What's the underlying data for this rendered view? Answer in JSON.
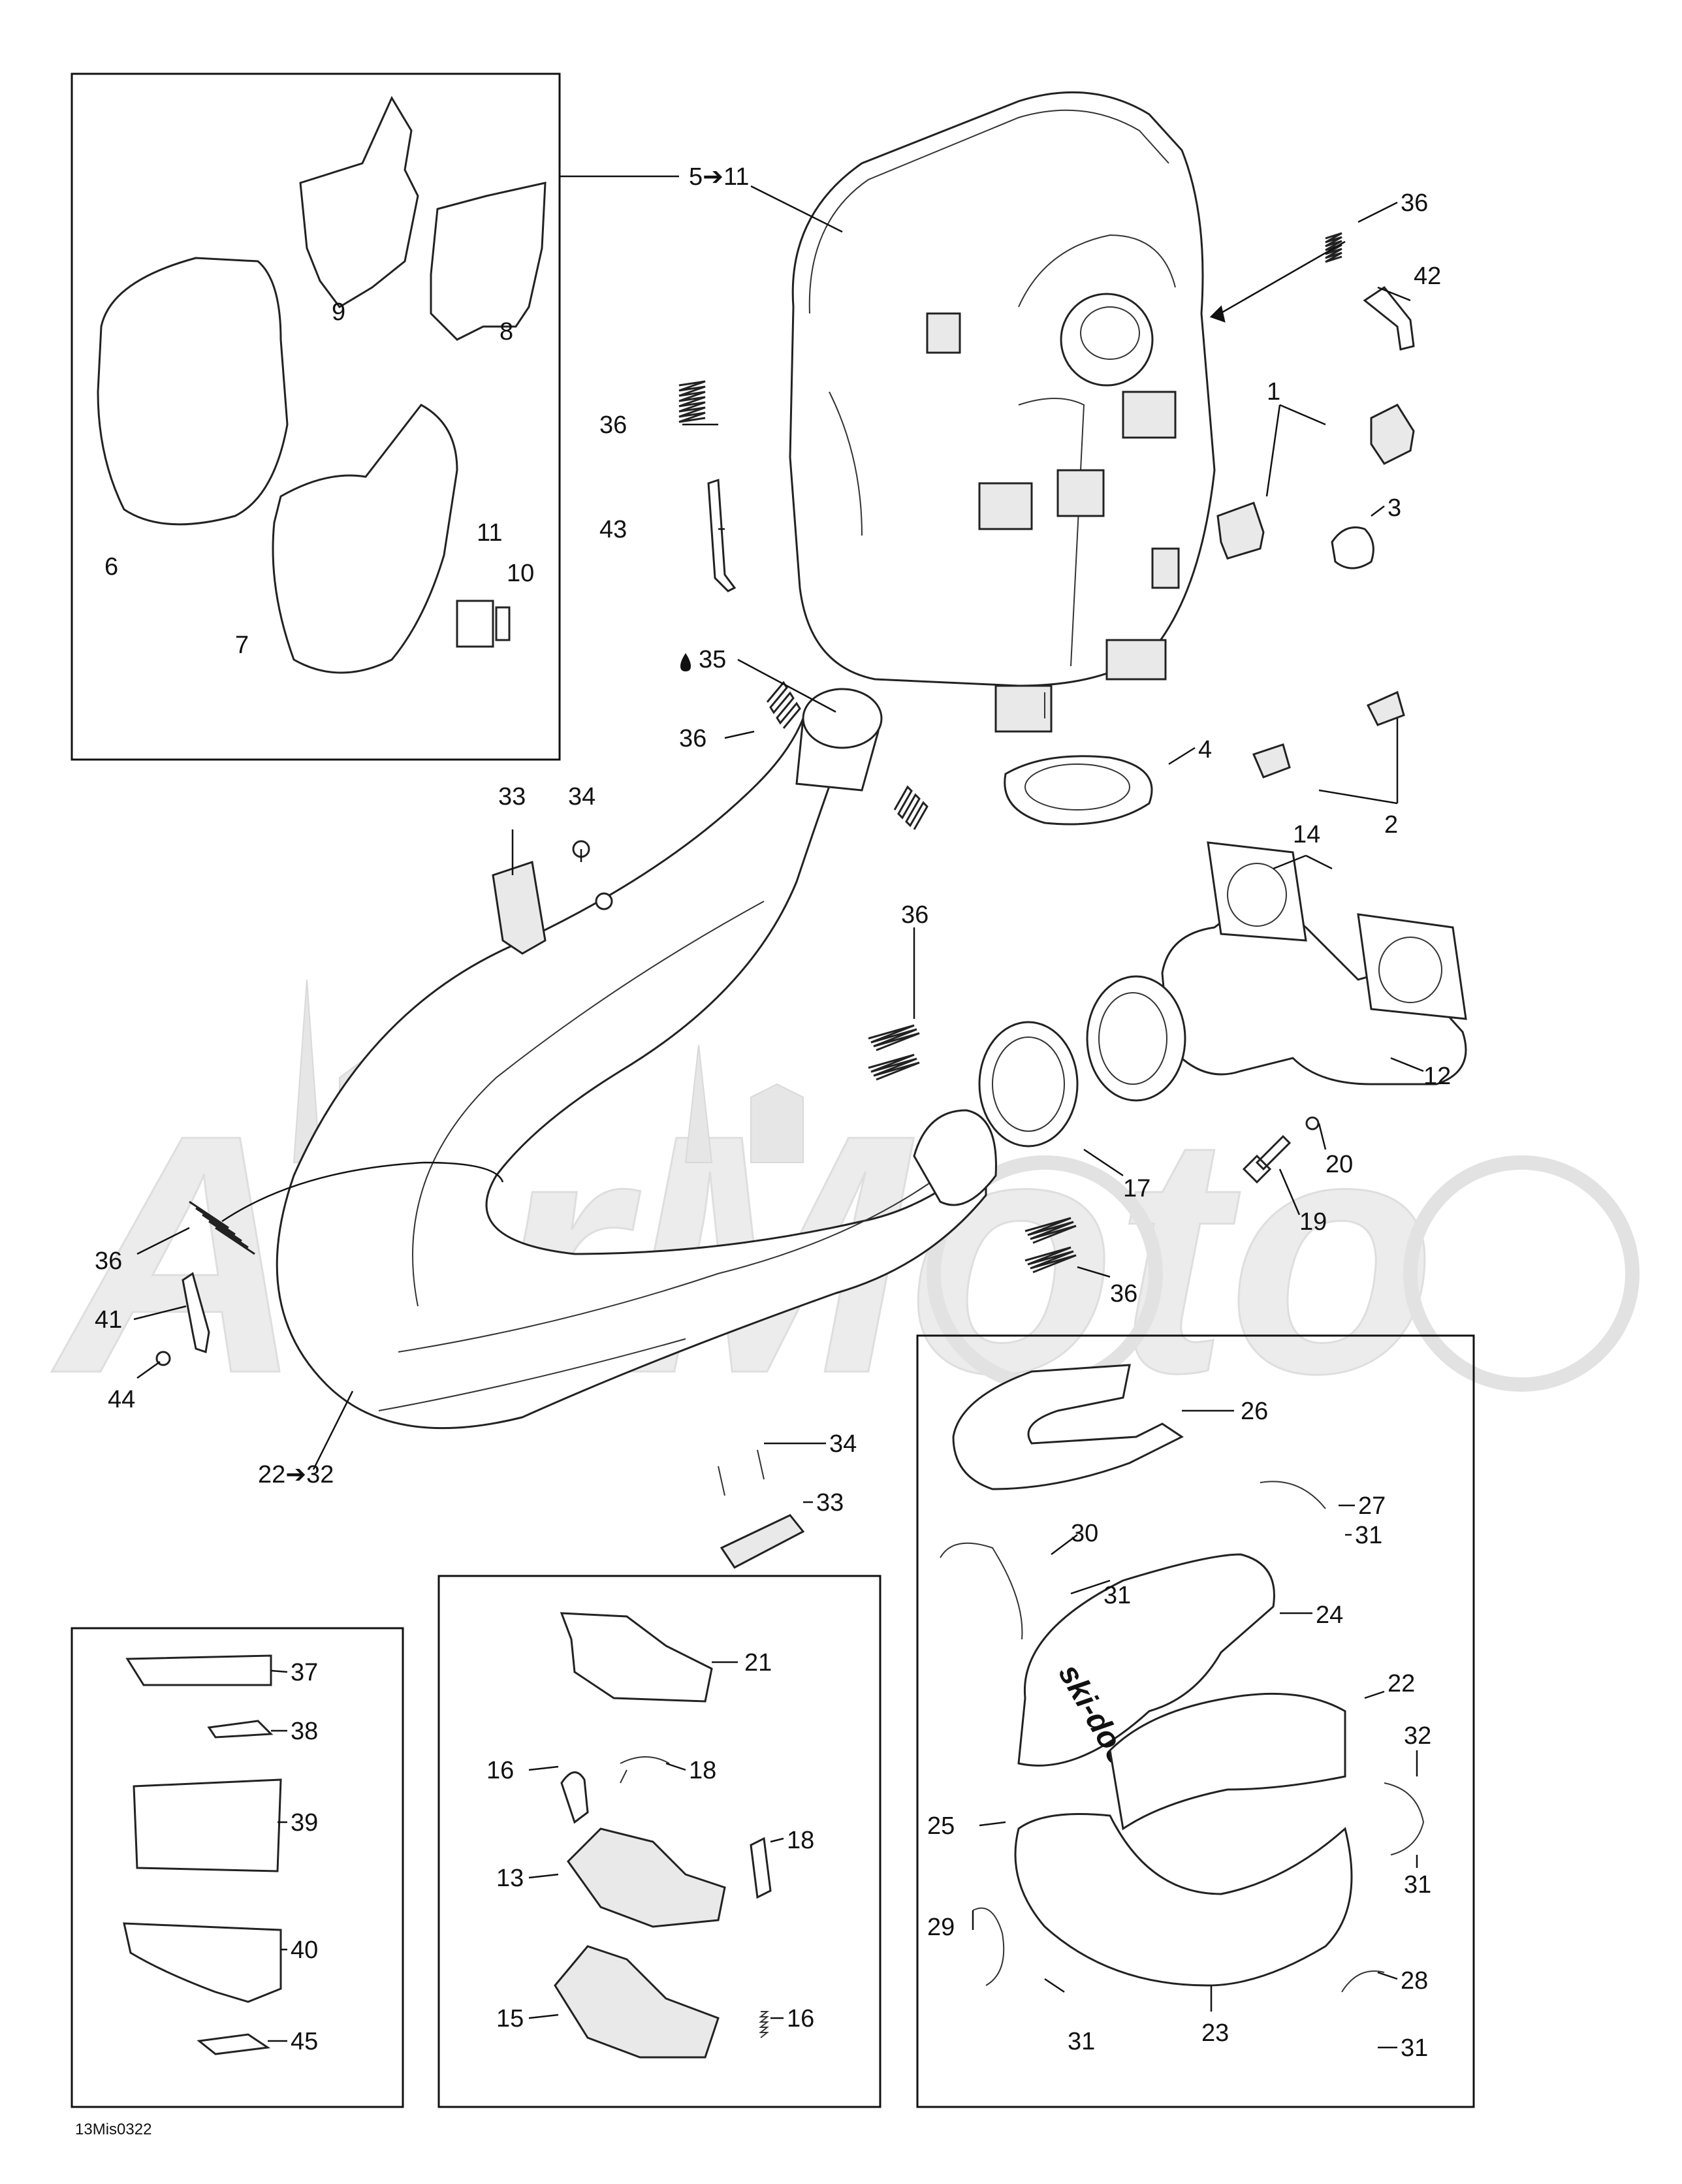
{
  "figure_code": "13Mis0322",
  "callouts": {
    "c1": "1",
    "c2": "2",
    "c3": "3",
    "c4": "4",
    "c5_11": "5➔11",
    "c6": "6",
    "c7": "7",
    "c8": "8",
    "c9": "9",
    "c10": "10",
    "c11": "11",
    "c12": "12",
    "c13": "13",
    "c14": "14",
    "c15": "15",
    "c16a": "16",
    "c16b": "16",
    "c17": "17",
    "c18a": "18",
    "c18b": "18",
    "c19": "19",
    "c20": "20",
    "c21": "21",
    "c22": "22",
    "c22_32": "22➔32",
    "c23": "23",
    "c24": "24",
    "c25": "25",
    "c26": "26",
    "c27": "27",
    "c28": "28",
    "c29": "29",
    "c30": "30",
    "c31a": "31",
    "c31b": "31",
    "c31c": "31",
    "c31d": "31",
    "c31e": "31",
    "c32": "32",
    "c33a": "33",
    "c33b": "33",
    "c34a": "34",
    "c34b": "34",
    "c35": "35",
    "c36a": "36",
    "c36b": "36",
    "c36c": "36",
    "c36d": "36",
    "c36e": "36",
    "c36f": "36",
    "c37": "37",
    "c38": "38",
    "c39": "39",
    "c40": "40",
    "c41": "41",
    "c42": "42",
    "c43": "43",
    "c44": "44",
    "c45": "45"
  },
  "decal_text": "ski-doo",
  "watermark_text": "AerMoto",
  "colors": {
    "line": "#111111",
    "watermark": "#e6e6e6",
    "background": "#ffffff"
  }
}
